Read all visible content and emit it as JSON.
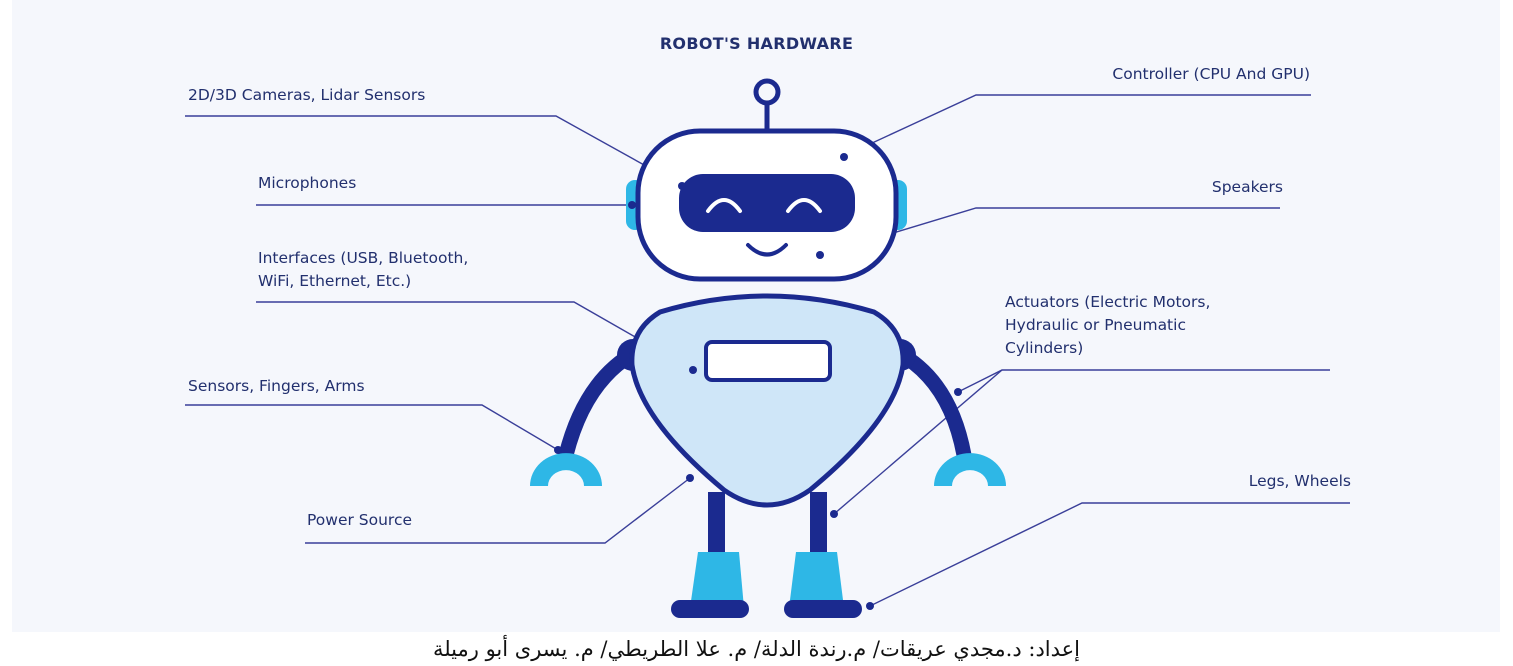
{
  "title": "ROBOT'S HARDWARE",
  "labels": {
    "cameras": "2D/3D Cameras, Lidar Sensors",
    "microphones": "Microphones",
    "interfaces_1": "Interfaces (USB, Bluetooth,",
    "interfaces_2": "WiFi, Ethernet, Etc.)",
    "sensors": "Sensors, Fingers, Arms",
    "power": "Power Source",
    "controller": "Controller (CPU And GPU)",
    "speakers": "Speakers",
    "actuators_1": "Actuators (Electric Motors,",
    "actuators_2": "Hydraulic or Pneumatic",
    "actuators_3": "Cylinders)",
    "legs": "Legs, Wheels"
  },
  "caption": "إعداد: د.مجدي عريقات/ م.رندة الدلة/ م. علا الطريطي/ م. يسرى أبو رميلة",
  "colors": {
    "navy": "#22306e",
    "dark_blue": "#1b2a8f",
    "light_blue": "#cfe6f8",
    "cyan": "#2eb7e6",
    "background": "#f5f7fc"
  },
  "icons": [
    "robot-illustration"
  ]
}
